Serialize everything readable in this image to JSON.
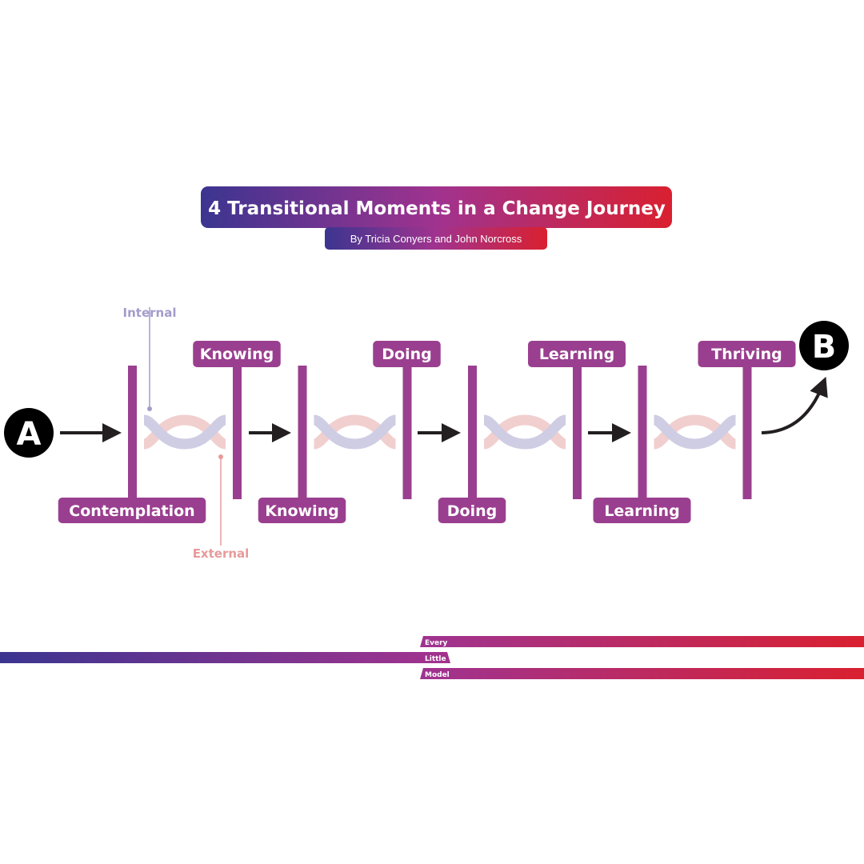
{
  "title": "4 Transitional Moments in a Change Journey",
  "subtitle": "By Tricia Conyers and John Norcross",
  "start_label": "A",
  "end_label": "B",
  "internal_label": "Internal",
  "external_label": "External",
  "stages": [
    {
      "from": "Contemplation",
      "to": "Knowing"
    },
    {
      "from": "Knowing",
      "to": "Doing"
    },
    {
      "from": "Doing",
      "to": "Learning"
    },
    {
      "from": "Learning",
      "to": "Thriving"
    }
  ],
  "footer": {
    "line1": "Every",
    "line2": "Little",
    "line3": "Model"
  },
  "colors": {
    "purple": "#9a3f8f",
    "internal": "#cfcde3",
    "external": "#f1cfcf",
    "internal_text": "#a39ccb",
    "external_text": "#e89a9a",
    "grad_start": "#3b3590",
    "grad_mid": "#a0338f",
    "grad_end": "#d92030"
  }
}
